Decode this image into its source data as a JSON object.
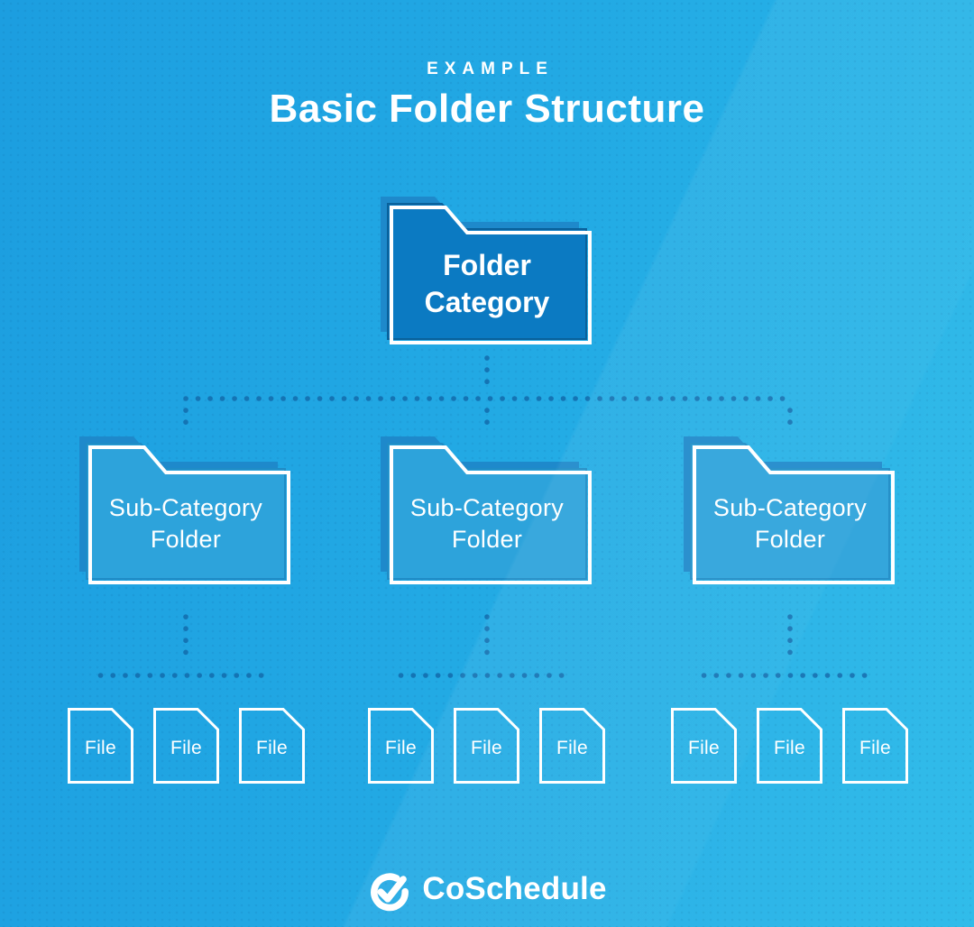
{
  "header": {
    "eyebrow": "EXAMPLE",
    "title": "Basic Folder Structure"
  },
  "tree": {
    "root": {
      "label": "Folder Category"
    },
    "subfolders": [
      {
        "label": "Sub-Category Folder",
        "files": [
          "File",
          "File",
          "File"
        ]
      },
      {
        "label": "Sub-Category Folder",
        "files": [
          "File",
          "File",
          "File"
        ]
      },
      {
        "label": "Sub-Category Folder",
        "files": [
          "File",
          "File",
          "File"
        ]
      }
    ]
  },
  "footer": {
    "brand": "CoSchedule"
  },
  "icons": {
    "root_folder": "folder-icon",
    "sub_folder": "folder-icon",
    "file": "file-icon",
    "logo": "check-circle-icon"
  },
  "colors": {
    "background_start": "#1C9EE0",
    "background_end": "#2ABAE9",
    "root_folder_fill": "#0B7AC2",
    "sub_folder_fill": "#2DA3DB",
    "folder_shadow": "#1E89CB",
    "outline_white": "#FFFFFF",
    "connector_dots": "#1474B4",
    "text": "#FFFFFF"
  }
}
